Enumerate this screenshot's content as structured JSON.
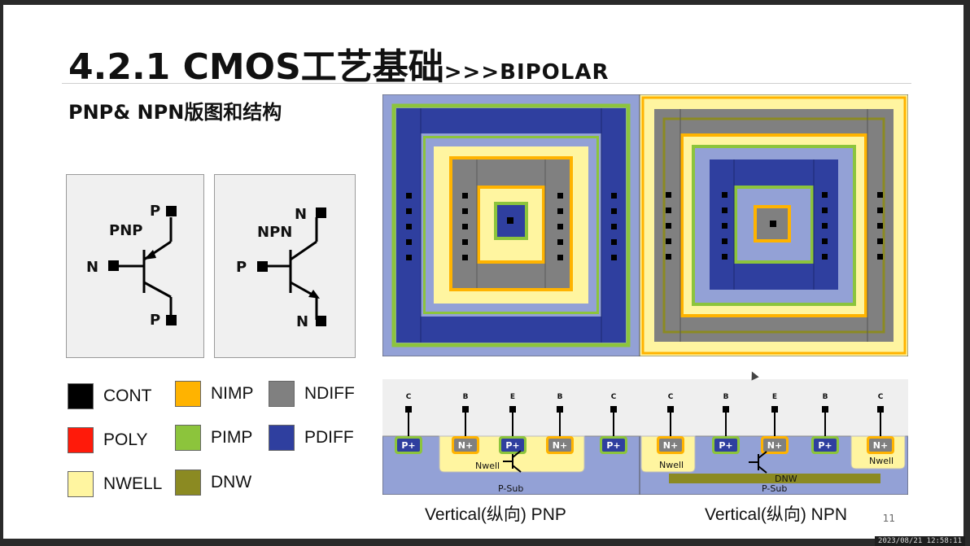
{
  "slide": {
    "title": "4.2.1 CMOS工艺基础",
    "title_suffix": ">>>BIPOLAR",
    "subtitle": "PNP& NPN版图和结构",
    "page_number": "11"
  },
  "symbols": {
    "pnp": {
      "name": "PNP",
      "top": "P",
      "base": "N",
      "bottom": "P"
    },
    "npn": {
      "name": "NPN",
      "top": "N",
      "base": "P",
      "bottom": "N"
    }
  },
  "legend": [
    {
      "label": "CONT",
      "color": "#000000"
    },
    {
      "label": "NIMP",
      "color": "#ffb300"
    },
    {
      "label": "NDIFF",
      "color": "#808080"
    },
    {
      "label": "POLY",
      "color": "#ff1a0a"
    },
    {
      "label": "PIMP",
      "color": "#8cc43c"
    },
    {
      "label": "PDIFF",
      "color": "#2f3f9f"
    },
    {
      "label": "NWELL",
      "color": "#fff5a0"
    },
    {
      "label": "DNW",
      "color": "#8b8a22"
    }
  ],
  "layer_colors": {
    "substrate": "#93a1d6",
    "oxide": "#efefef",
    "nwell_fill": "#fff5a0",
    "contact": "#000000"
  },
  "cross_section": {
    "pnp": {
      "terminals": [
        "C",
        "B",
        "E",
        "B",
        "C"
      ],
      "implants": [
        "P+",
        "N+",
        "P+",
        "N+",
        "P+"
      ],
      "well_label": "Nwell",
      "sub_label": "P-Sub",
      "caption": "Vertical(纵向) PNP"
    },
    "npn": {
      "terminals": [
        "C",
        "B",
        "E",
        "B",
        "C"
      ],
      "implants": [
        "N+",
        "P+",
        "N+",
        "P+",
        "N+"
      ],
      "well_left": "Nwell",
      "well_right": "Nwell",
      "dnw_label": "DNW",
      "sub_label": "P-Sub",
      "caption": "Vertical(纵向) NPN"
    }
  },
  "screen": {
    "timestamp": "2023/08/21 12:58:11"
  }
}
